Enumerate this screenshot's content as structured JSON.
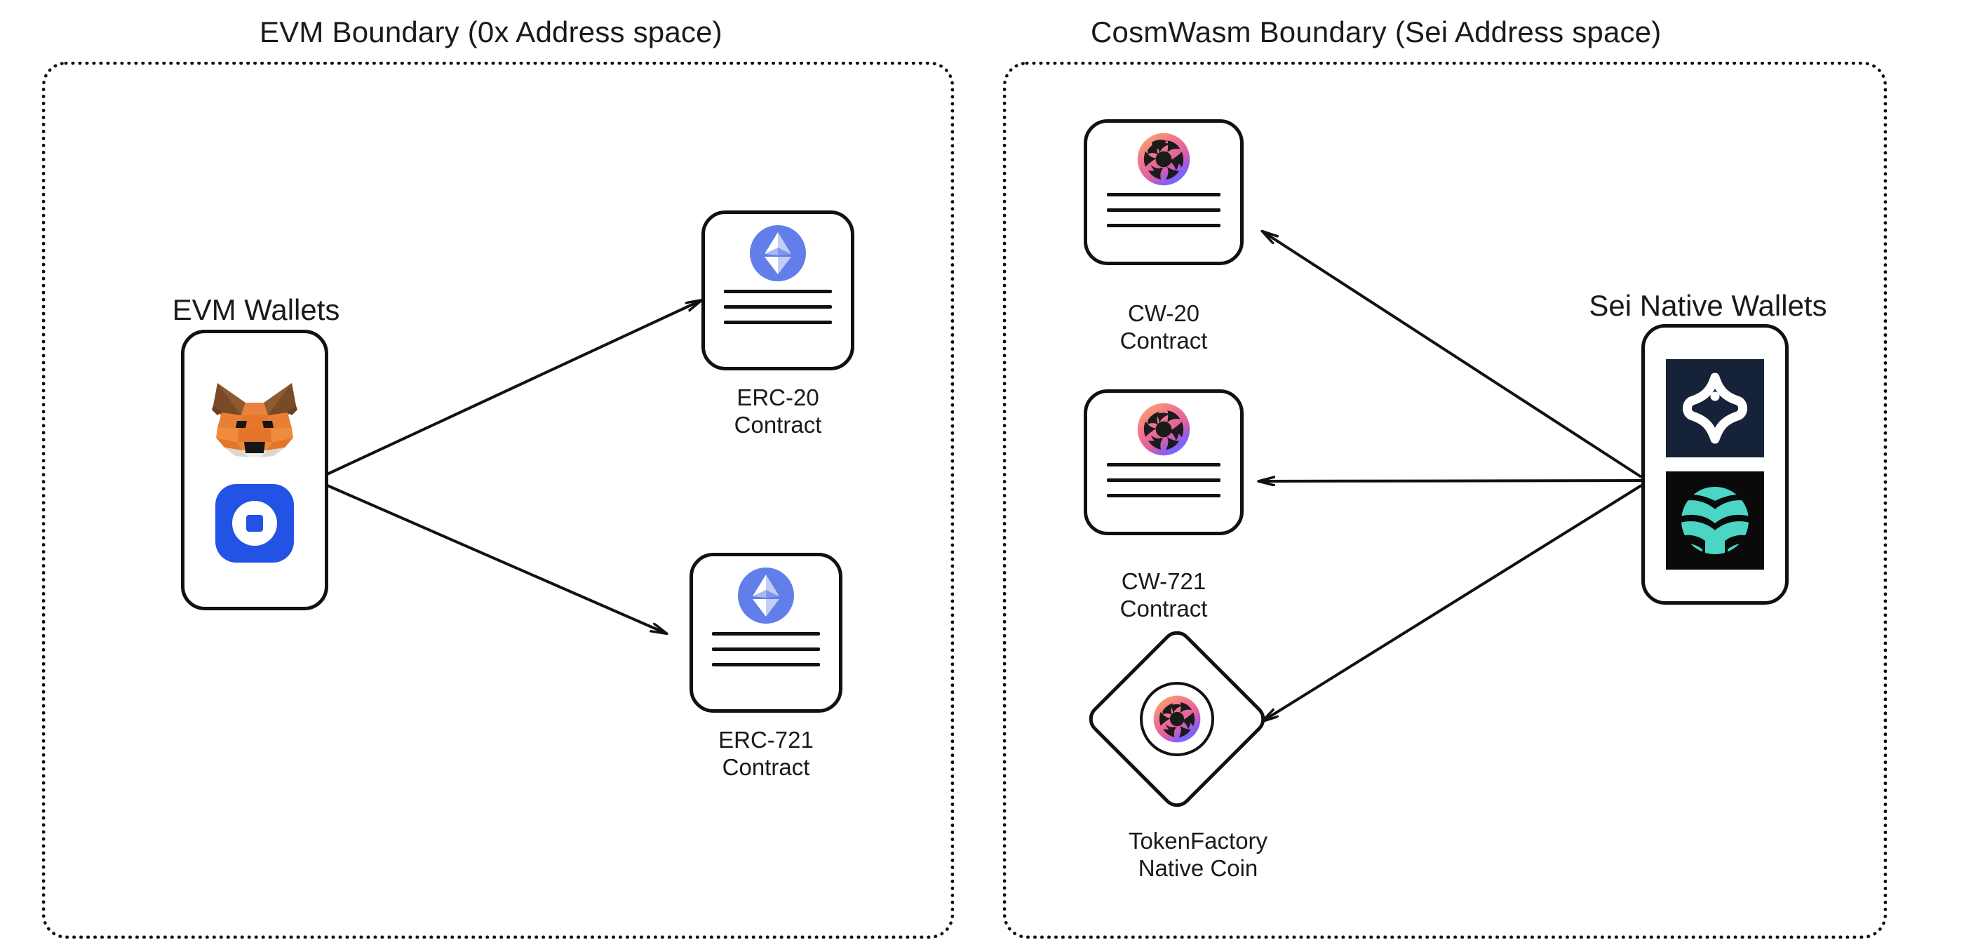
{
  "diagram": {
    "title": "Sei token standards across EVM and CosmWasm address spaces",
    "boundaries": [
      {
        "id": "evm",
        "label": "EVM Boundary (0x Address space)"
      },
      {
        "id": "cosmwasm",
        "label": "CosmWasm Boundary (Sei Address space)"
      }
    ],
    "groups": [
      {
        "id": "evm-wallets",
        "label": "EVM Wallets",
        "wallets": [
          "metamask-icon",
          "coinbase-wallet-icon"
        ]
      },
      {
        "id": "sei-wallets",
        "label": "Sei Native Wallets",
        "wallets": [
          "compass-wallet-icon",
          "keplr-wallet-icon"
        ]
      }
    ],
    "nodes": [
      {
        "id": "erc20",
        "label": "ERC-20\nContract",
        "icon": "ethereum-icon",
        "shape": "document"
      },
      {
        "id": "erc721",
        "label": "ERC-721\nContract",
        "icon": "ethereum-icon",
        "shape": "document"
      },
      {
        "id": "cw20",
        "label": "CW-20\nContract",
        "icon": "cosmwasm-icon",
        "shape": "document"
      },
      {
        "id": "cw721",
        "label": "CW-721\nContract",
        "icon": "cosmwasm-icon",
        "shape": "document"
      },
      {
        "id": "tokenfactory",
        "label": "TokenFactory\nNative Coin",
        "icon": "cosmwasm-icon",
        "shape": "diamond"
      }
    ],
    "edges": [
      {
        "from": "evm-wallets",
        "to": "erc20",
        "direction": "to-target"
      },
      {
        "from": "evm-wallets",
        "to": "erc721",
        "direction": "to-target"
      },
      {
        "from": "sei-wallets",
        "to": "cw20",
        "direction": "to-target"
      },
      {
        "from": "sei-wallets",
        "to": "cw721",
        "direction": "to-target"
      },
      {
        "from": "sei-wallets",
        "to": "tokenfactory",
        "direction": "to-target"
      }
    ]
  },
  "colors": {
    "stroke": "#111111",
    "background": "#ffffff",
    "ethereum_blue": "#627EEA",
    "ethereum_light": "#C5CDF4",
    "metamask_orange": "#E17726",
    "metamask_brown": "#8E5A30",
    "coinbase_blue": "#2353E4",
    "compass_navy": "#152238",
    "keplr_black": "#0A0A0A",
    "keplr_teal": "#4BD5C4",
    "cosmwasm_dark": "#1B1B1B",
    "cosmwasm_pink": "#F2768E",
    "cosmwasm_orange": "#F9A06B",
    "cosmwasm_purple": "#8A5CF6",
    "cosmwasm_blue": "#5B7CFA"
  }
}
